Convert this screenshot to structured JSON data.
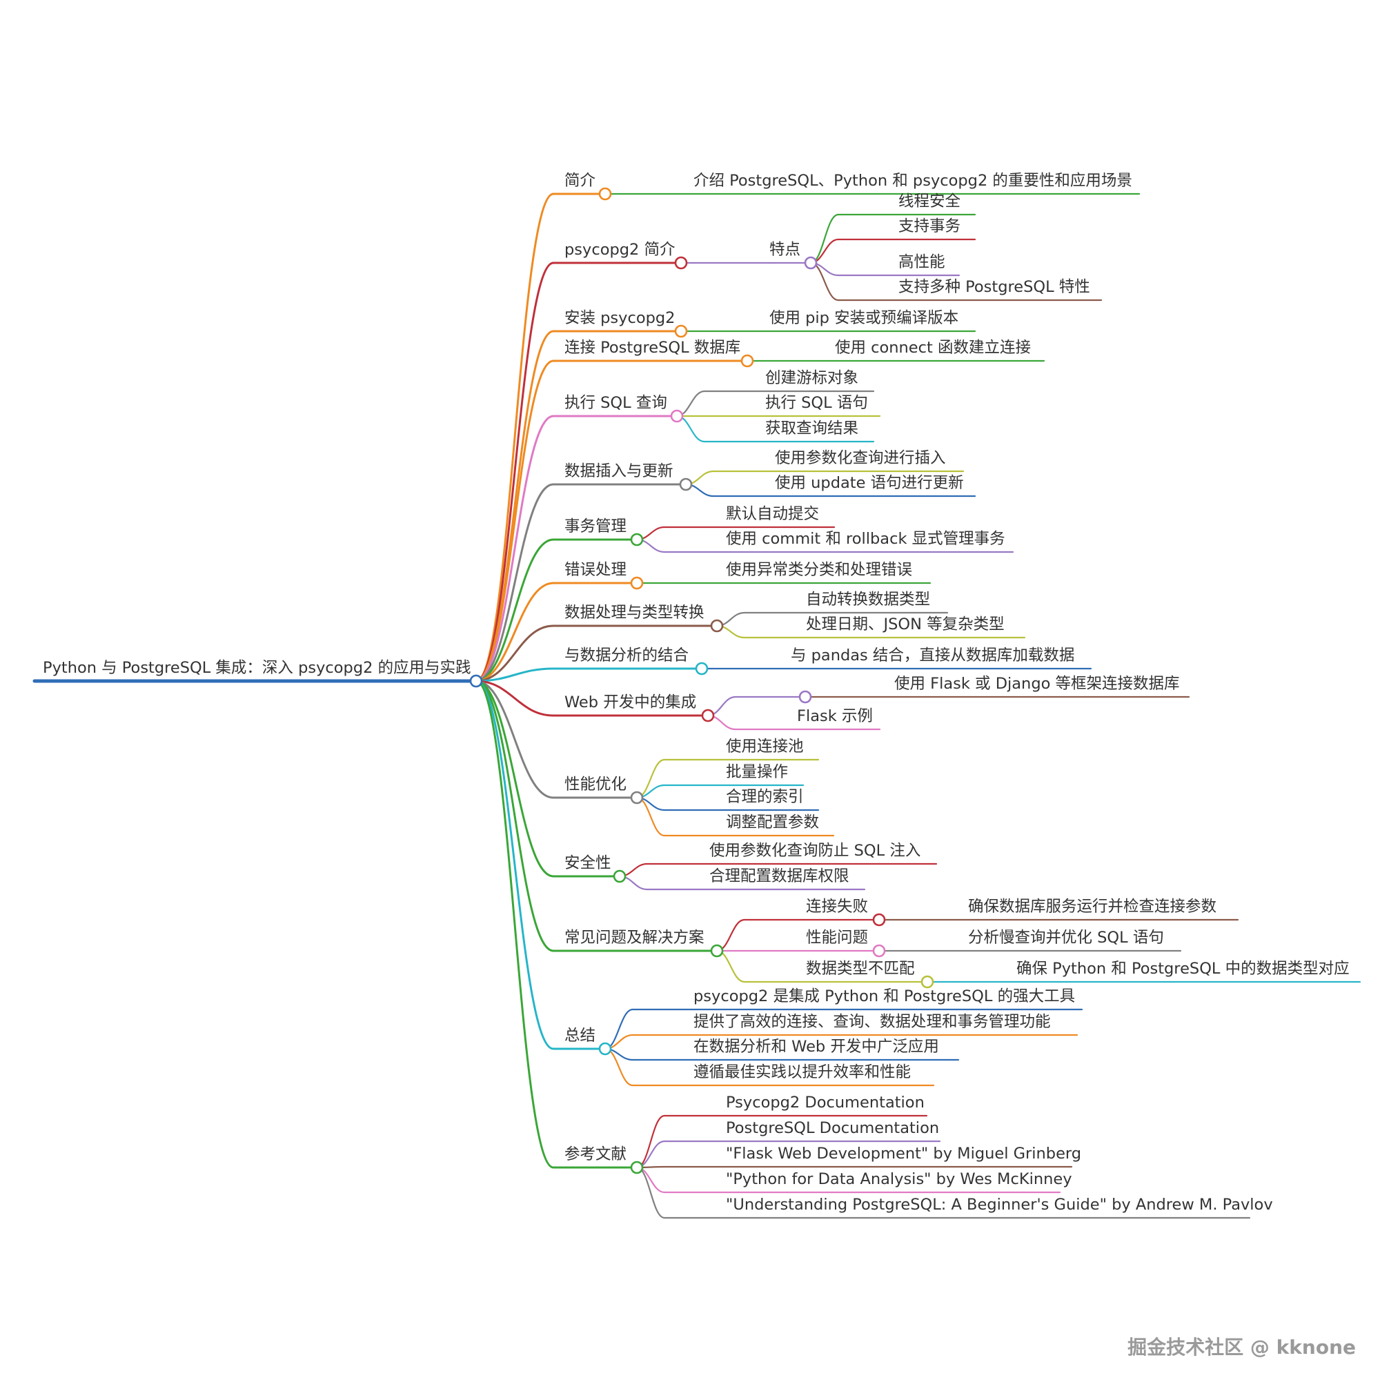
{
  "root": {
    "label": "Python 与 PostgreSQL 集成：深入 psycopg2 的应用与实践",
    "color": "#2f6db5"
  },
  "watermark": "掘金技术社区 @ kknone",
  "branches": [
    {
      "label": "简介",
      "color": "#ef8a22",
      "children": [
        {
          "label": "介绍 PostgreSQL、Python 和 psycopg2 的重要性和应用场景",
          "color": "#3aa637"
        }
      ]
    },
    {
      "label": "psycopg2 简介",
      "color": "#c0303a",
      "children": [
        {
          "label": "特点",
          "color": "#9a78c4",
          "children": [
            {
              "label": "线程安全",
              "color": "#3aa637"
            },
            {
              "label": "支持事务",
              "color": "#c0303a"
            },
            {
              "label": "高性能",
              "color": "#9a78c4"
            },
            {
              "label": "支持多种 PostgreSQL 特性",
              "color": "#8b5a4a"
            }
          ]
        }
      ]
    },
    {
      "label": "安装 psycopg2",
      "color": "#ef8a22",
      "children": [
        {
          "label": "使用 pip 安装或预编译版本",
          "color": "#3aa637"
        }
      ]
    },
    {
      "label": "连接 PostgreSQL 数据库",
      "color": "#ef8a22",
      "children": [
        {
          "label": "使用 connect 函数建立连接",
          "color": "#3aa637"
        }
      ]
    },
    {
      "label": "执行 SQL 查询",
      "color": "#e07ac4",
      "children": [
        {
          "label": "创建游标对象",
          "color": "#808080"
        },
        {
          "label": "执行 SQL 语句",
          "color": "#b8c13a"
        },
        {
          "label": "获取查询结果",
          "color": "#26b5c8"
        }
      ]
    },
    {
      "label": "数据插入与更新",
      "color": "#808080",
      "children": [
        {
          "label": "使用参数化查询进行插入",
          "color": "#b8c13a"
        },
        {
          "label": "使用 update 语句进行更新",
          "color": "#2f6db5"
        }
      ]
    },
    {
      "label": "事务管理",
      "color": "#3aa637",
      "children": [
        {
          "label": "默认自动提交",
          "color": "#c0303a"
        },
        {
          "label": "使用 commit 和 rollback 显式管理事务",
          "color": "#9a78c4"
        }
      ]
    },
    {
      "label": "错误处理",
      "color": "#ef8a22",
      "children": [
        {
          "label": "使用异常类分类和处理错误",
          "color": "#3aa637"
        }
      ]
    },
    {
      "label": "数据处理与类型转换",
      "color": "#8b5a4a",
      "children": [
        {
          "label": "自动转换数据类型",
          "color": "#808080"
        },
        {
          "label": "处理日期、JSON 等复杂类型",
          "color": "#b8c13a"
        }
      ]
    },
    {
      "label": "与数据分析的结合",
      "color": "#26b5c8",
      "children": [
        {
          "label": "与 pandas 结合，直接从数据库加载数据",
          "color": "#2f6db5"
        }
      ]
    },
    {
      "label": "Web 开发中的集成",
      "color": "#c0303a",
      "children": [
        {
          "label": "",
          "color": "#9a78c4",
          "children": [
            {
              "label": "使用 Flask 或 Django 等框架连接数据库",
              "color": "#8b5a4a"
            }
          ]
        },
        {
          "label": "Flask 示例",
          "color": "#e07ac4"
        }
      ]
    },
    {
      "label": "性能优化",
      "color": "#808080",
      "children": [
        {
          "label": "使用连接池",
          "color": "#b8c13a"
        },
        {
          "label": "批量操作",
          "color": "#26b5c8"
        },
        {
          "label": "合理的索引",
          "color": "#2f6db5"
        },
        {
          "label": "调整配置参数",
          "color": "#ef8a22"
        }
      ]
    },
    {
      "label": "安全性",
      "color": "#3aa637",
      "children": [
        {
          "label": "使用参数化查询防止 SQL 注入",
          "color": "#c0303a"
        },
        {
          "label": "合理配置数据库权限",
          "color": "#9a78c4"
        }
      ]
    },
    {
      "label": "常见问题及解决方案",
      "color": "#3aa637",
      "children": [
        {
          "label": "连接失败",
          "color": "#c0303a",
          "children": [
            {
              "label": "确保数据库服务运行并检查连接参数",
              "color": "#8b5a4a"
            }
          ]
        },
        {
          "label": "性能问题",
          "color": "#e07ac4",
          "children": [
            {
              "label": "分析慢查询并优化 SQL 语句",
              "color": "#808080"
            }
          ]
        },
        {
          "label": "数据类型不匹配",
          "color": "#b8c13a",
          "children": [
            {
              "label": "确保 Python 和 PostgreSQL 中的数据类型对应",
              "color": "#26b5c8"
            }
          ]
        }
      ]
    },
    {
      "label": "总结",
      "color": "#26b5c8",
      "children": [
        {
          "label": "psycopg2 是集成 Python 和 PostgreSQL 的强大工具",
          "color": "#2f6db5"
        },
        {
          "label": "提供了高效的连接、查询、数据处理和事务管理功能",
          "color": "#ef8a22"
        },
        {
          "label": "在数据分析和 Web 开发中广泛应用",
          "color": "#2f6db5"
        },
        {
          "label": "遵循最佳实践以提升效率和性能",
          "color": "#ef8a22"
        }
      ]
    },
    {
      "label": "参考文献",
      "color": "#3aa637",
      "children": [
        {
          "label": "Psycopg2 Documentation",
          "color": "#c0303a"
        },
        {
          "label": "PostgreSQL Documentation",
          "color": "#9a78c4"
        },
        {
          "label": "\"Flask Web Development\" by Miguel Grinberg",
          "color": "#8b5a4a"
        },
        {
          "label": "\"Python for Data Analysis\" by Wes McKinney",
          "color": "#e07ac4"
        },
        {
          "label": "\"Understanding PostgreSQL: A Beginner's Guide\" by Andrew M. Pavlov",
          "color": "#808080"
        }
      ]
    }
  ]
}
